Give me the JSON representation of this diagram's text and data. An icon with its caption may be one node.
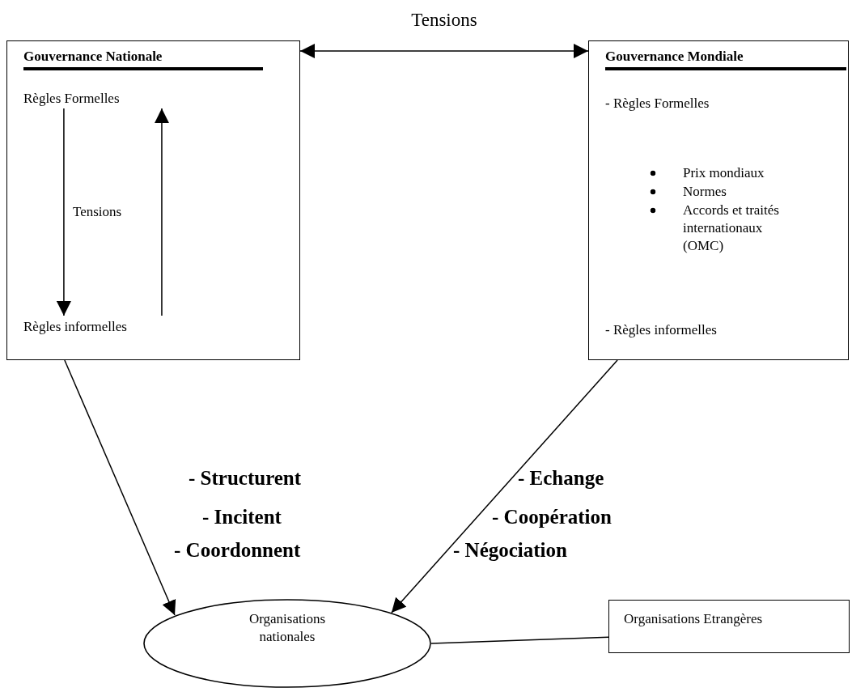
{
  "diagram": {
    "nodes": [
      {
        "text": [
          "Gouvernance Nationale"
        ]
      },
      {
        "text": [
          "Règles Formelles"
        ],
        "in": 0
      },
      {
        "text": [
          "Règles informelles"
        ],
        "in": 0
      },
      {
        "text": [
          "Gouvernance Mondiale",
          "- Règles Formelles",
          "Prix mondiaux",
          "Normes",
          "Accords et traités internationaux (OMC)",
          "- Règles informelles"
        ]
      },
      {
        "text": [
          "Organisations nationales"
        ]
      },
      {
        "text": [
          "Organisations Etrangères"
        ]
      }
    ],
    "edges": [
      {
        "from": 0,
        "to": 3,
        "arrow": "both",
        "label": "Tensions"
      },
      {
        "from": 1,
        "to": 2,
        "arrow": "to"
      },
      {
        "from": 2,
        "to": 1,
        "arrow": "to"
      },
      {
        "from": 0,
        "to": 4,
        "arrow": "to"
      },
      {
        "from": 3,
        "to": 4,
        "arrow": "to"
      },
      {
        "from": 4,
        "to": 5,
        "arrow": "none"
      }
    ],
    "labels": [
      "Tensions",
      "- Structurent",
      "- Echange",
      "- Incitent",
      "- Coopération",
      "- Coordonnent",
      "- Négociation"
    ]
  }
}
